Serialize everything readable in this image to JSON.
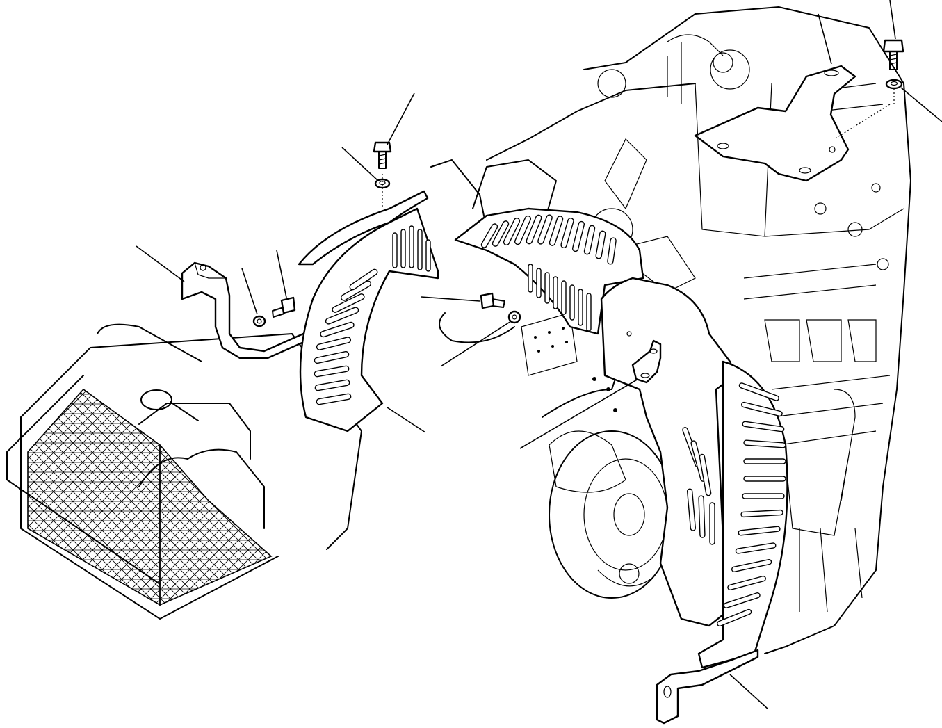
{
  "figure": {
    "type": "exploded-parts-diagram",
    "callout_labels": []
  },
  "parts": [
    {
      "id": "grille-mesh"
    },
    {
      "id": "left-mounting-bracket"
    },
    {
      "id": "upper-mounting-bracket"
    },
    {
      "id": "left-fan-guard"
    },
    {
      "id": "right-fan-guard"
    },
    {
      "id": "bolt"
    },
    {
      "id": "washer"
    }
  ]
}
